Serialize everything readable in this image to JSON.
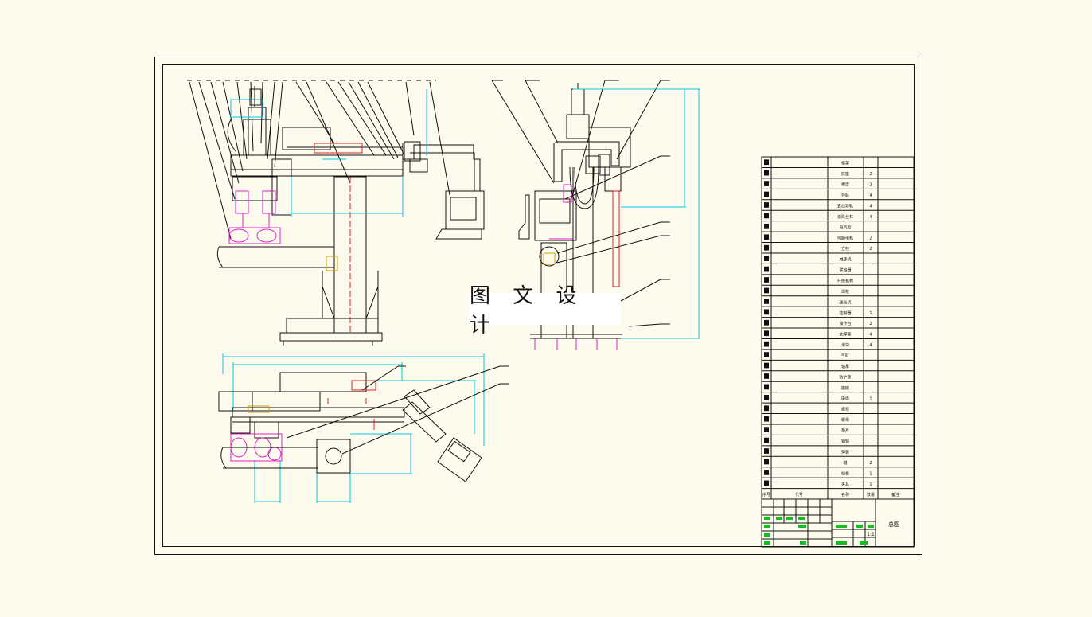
{
  "drawing": {
    "watermark_text": "图 文 设 计"
  },
  "parts_table": {
    "header": {
      "index": "序号",
      "code": "代号",
      "name": "名称",
      "qty": "数量",
      "remark": "备注"
    },
    "rows": [
      {
        "name": "框架",
        "qty": "",
        "remark": ""
      },
      {
        "name": "底座",
        "qty": "2",
        "remark": ""
      },
      {
        "name": "横梁",
        "qty": "2",
        "remark": ""
      },
      {
        "name": "导轨",
        "qty": "4",
        "remark": ""
      },
      {
        "name": "直线导轨",
        "qty": "4",
        "remark": ""
      },
      {
        "name": "滚珠丝杠",
        "qty": "4",
        "remark": ""
      },
      {
        "name": "电气柜",
        "qty": "",
        "remark": ""
      },
      {
        "name": "伺服电机",
        "qty": "2",
        "remark": ""
      },
      {
        "name": "立柱",
        "qty": "2",
        "remark": ""
      },
      {
        "name": "减速机",
        "qty": "",
        "remark": ""
      },
      {
        "name": "联轴器",
        "qty": "",
        "remark": ""
      },
      {
        "name": "升降机构",
        "qty": "",
        "remark": ""
      },
      {
        "name": "焊枪",
        "qty": "",
        "remark": ""
      },
      {
        "name": "送丝机",
        "qty": "",
        "remark": ""
      },
      {
        "name": "控制器",
        "qty": "1",
        "remark": ""
      },
      {
        "name": "操作台",
        "qty": "2",
        "remark": ""
      },
      {
        "name": "支撑架",
        "qty": "4",
        "remark": ""
      },
      {
        "name": "滑块",
        "qty": "4",
        "remark": ""
      },
      {
        "name": "气缸",
        "qty": "",
        "remark": ""
      },
      {
        "name": "轴承",
        "qty": "",
        "remark": ""
      },
      {
        "name": "防护罩",
        "qty": "",
        "remark": ""
      },
      {
        "name": "拖链",
        "qty": "",
        "remark": ""
      },
      {
        "name": "电缆",
        "qty": "1",
        "remark": ""
      },
      {
        "name": "螺栓",
        "qty": "",
        "remark": ""
      },
      {
        "name": "螺母",
        "qty": "",
        "remark": ""
      },
      {
        "name": "垫片",
        "qty": "",
        "remark": ""
      },
      {
        "name": "销轴",
        "qty": "",
        "remark": ""
      },
      {
        "name": "弹簧",
        "qty": "",
        "remark": ""
      },
      {
        "name": "键",
        "qty": "2",
        "remark": ""
      },
      {
        "name": "挡板",
        "qty": "1",
        "remark": ""
      },
      {
        "name": "夹具",
        "qty": "1",
        "remark": ""
      }
    ]
  },
  "title_block": {
    "drawing_name": "总图",
    "scale": "1:1"
  },
  "colors": {
    "line": "#111111",
    "dimension": "#00c8e0",
    "component": "#e020c8",
    "accent_red": "#e02020",
    "green": "#10c020",
    "background": "#fdfbee"
  }
}
